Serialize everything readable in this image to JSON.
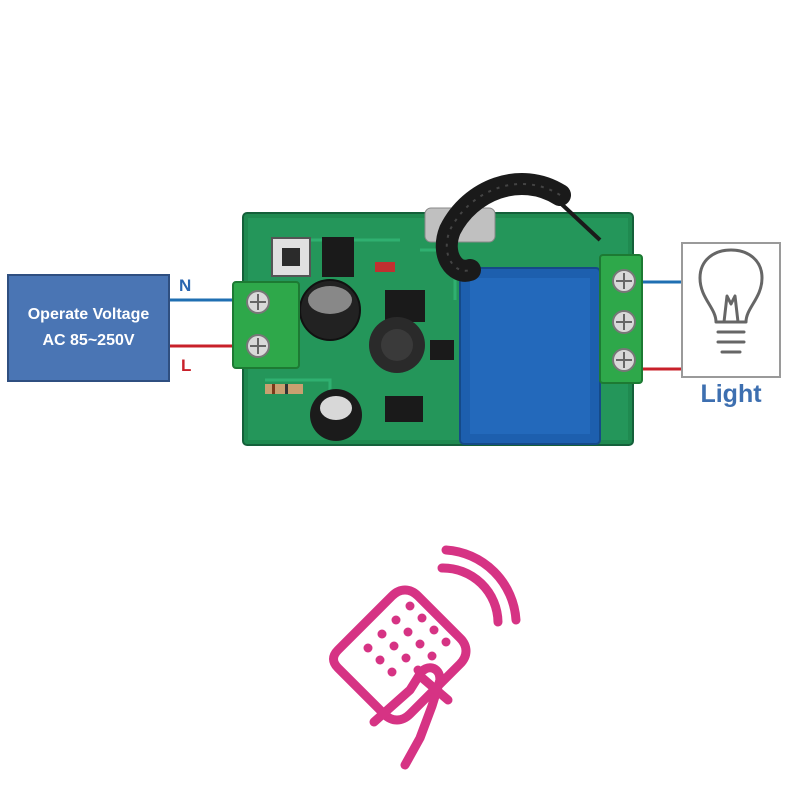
{
  "power_box": {
    "line1": "Operate Voltage",
    "line2": "AC 85~250V"
  },
  "wires": {
    "neutral_label": "N",
    "live_label": "L",
    "neutral_color": "#1f6fb2",
    "live_color": "#c8202a"
  },
  "load": {
    "label": "Light",
    "icon": "light-bulb-icon"
  },
  "remote": {
    "icon": "hand-remote-control-icon",
    "color": "#d63384"
  },
  "board": {
    "pcb_color": "#1f8a50",
    "terminal_color": "#2ea84a",
    "relay_color": "#1d5fae"
  }
}
